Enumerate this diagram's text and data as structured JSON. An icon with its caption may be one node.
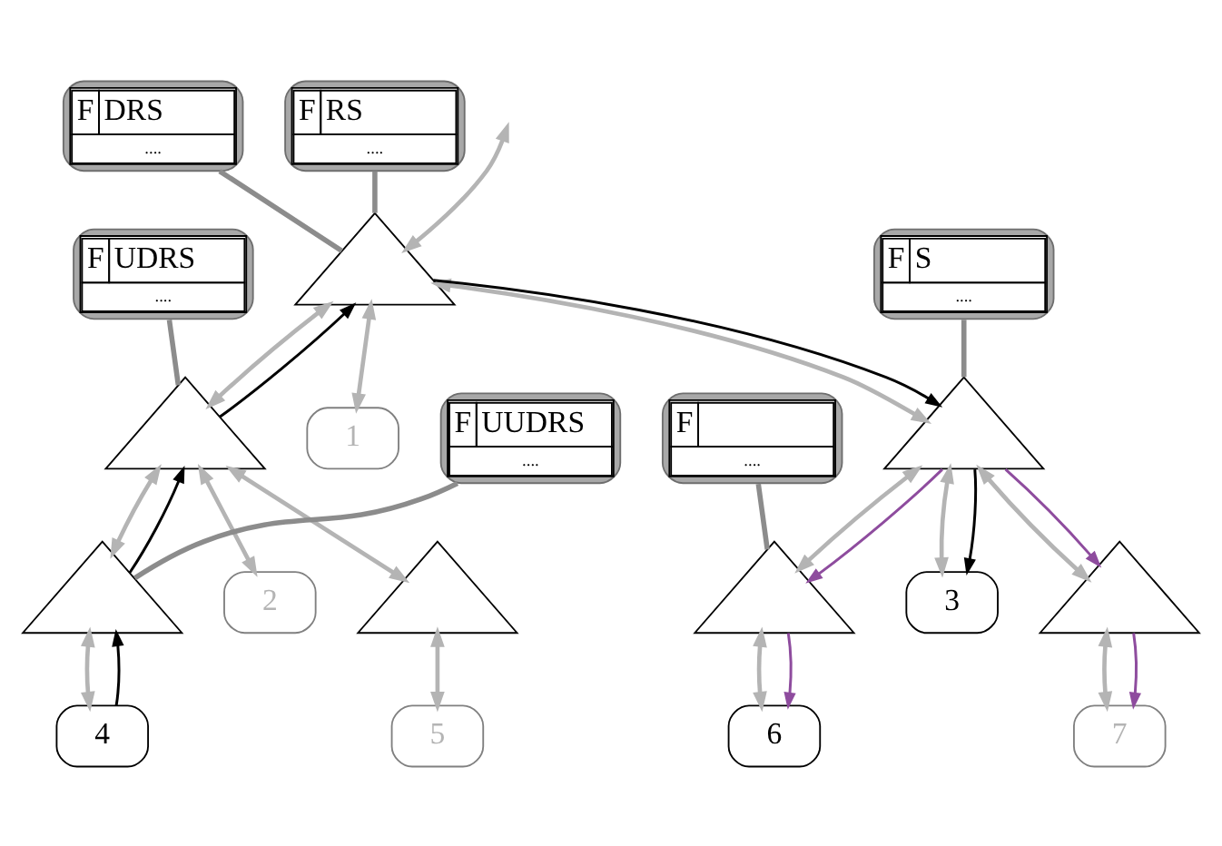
{
  "diagram": {
    "nodes": [
      {
        "text": [
          "F",
          "DRS",
          "...."
        ]
      },
      {
        "text": [
          "F",
          "RS",
          "...."
        ]
      },
      {
        "text": [],
        "shape": "triangle"
      },
      {
        "text": [
          "1"
        ]
      },
      {
        "text": [
          "F",
          "UDRS",
          "...."
        ]
      },
      {
        "text": [
          "F",
          "S",
          "...."
        ]
      },
      {
        "text": [],
        "shape": "triangle"
      },
      {
        "text": [],
        "shape": "triangle"
      },
      {
        "text": [
          "2"
        ]
      },
      {
        "text": [
          "3"
        ]
      },
      {
        "text": [
          "F",
          "UUDRS",
          "...."
        ]
      },
      {
        "text": [
          "F",
          "...."
        ]
      },
      {
        "text": [],
        "shape": "triangle"
      },
      {
        "text": [],
        "shape": "triangle"
      },
      {
        "text": [],
        "shape": "triangle"
      },
      {
        "text": [],
        "shape": "triangle"
      },
      {
        "text": [
          "4"
        ]
      },
      {
        "text": [
          "5"
        ]
      },
      {
        "text": [
          "6"
        ]
      },
      {
        "text": [
          "7"
        ]
      }
    ],
    "edges": [
      {
        "from": null,
        "to": 2,
        "arrow": "both"
      },
      {
        "from": 2,
        "to": 6,
        "arrow": "both"
      },
      {
        "from": 2,
        "to": 3,
        "arrow": "both"
      },
      {
        "from": 2,
        "to": 7,
        "arrow": "both"
      },
      {
        "from": 6,
        "to": 12,
        "arrow": "both"
      },
      {
        "from": 6,
        "to": 8,
        "arrow": "both"
      },
      {
        "from": 6,
        "to": 13,
        "arrow": "both"
      },
      {
        "from": 7,
        "to": 14,
        "arrow": "both"
      },
      {
        "from": 7,
        "to": 9,
        "arrow": "both"
      },
      {
        "from": 7,
        "to": 15,
        "arrow": "both"
      },
      {
        "from": 12,
        "to": 16,
        "arrow": "both"
      },
      {
        "from": 13,
        "to": 17,
        "arrow": "both"
      },
      {
        "from": 14,
        "to": 18,
        "arrow": "both"
      },
      {
        "from": 15,
        "to": 19,
        "arrow": "both"
      },
      {
        "from": 16,
        "to": 12,
        "arrow": "to",
        "color": "#000000"
      },
      {
        "from": 12,
        "to": 6,
        "arrow": "to",
        "color": "#000000"
      },
      {
        "from": 6,
        "to": 2,
        "arrow": "to",
        "color": "#000000"
      },
      {
        "from": 2,
        "to": 7,
        "arrow": "to",
        "color": "#000000"
      },
      {
        "from": 7,
        "to": 9,
        "arrow": "to",
        "color": "#000000"
      },
      {
        "from": 7,
        "to": 14,
        "arrow": "to",
        "color": "#8e4c9e"
      },
      {
        "from": 14,
        "to": 18,
        "arrow": "to",
        "color": "#8e4c9e"
      },
      {
        "from": 7,
        "to": 15,
        "arrow": "to",
        "color": "#8e4c9e"
      },
      {
        "from": 15,
        "to": 19,
        "arrow": "to",
        "color": "#8e4c9e"
      },
      {
        "from": 0,
        "to": 2,
        "arrow": "none",
        "color": "#8c8c8c"
      },
      {
        "from": 1,
        "to": 2,
        "arrow": "none",
        "color": "#8c8c8c"
      },
      {
        "from": 4,
        "to": 6,
        "arrow": "none",
        "color": "#8c8c8c"
      },
      {
        "from": 5,
        "to": 7,
        "arrow": "none",
        "color": "#8c8c8c"
      },
      {
        "from": 10,
        "to": 12,
        "arrow": "none",
        "color": "#8c8c8c"
      },
      {
        "from": 11,
        "to": 14,
        "arrow": "none",
        "color": "#8c8c8c"
      }
    ]
  }
}
